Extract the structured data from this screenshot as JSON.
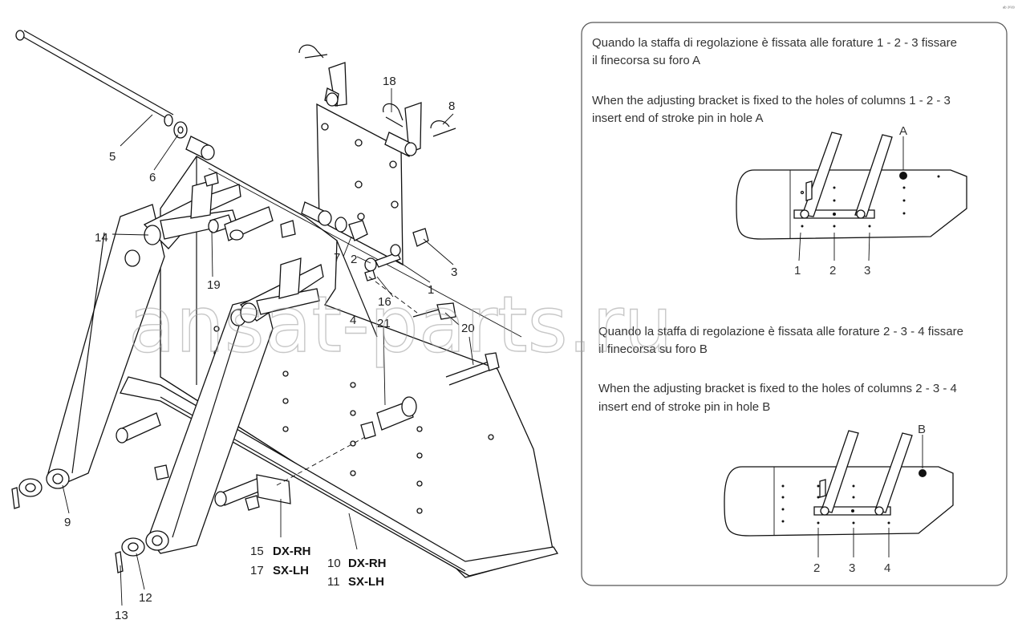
{
  "callouts": {
    "c1": "1",
    "c2": "2",
    "c3": "3",
    "c4": "4",
    "c5": "5",
    "c6": "6",
    "c7": "7",
    "c8": "8",
    "c9": "9",
    "c12": "12",
    "c13": "13",
    "c14": "14",
    "c16": "16",
    "c18": "18",
    "c19": "19",
    "c20": "20",
    "c21": "21"
  },
  "variants": {
    "v15": {
      "num": "15",
      "label": "DX-RH"
    },
    "v17": {
      "num": "17",
      "label": "SX-LH"
    },
    "v10": {
      "num": "10",
      "label": "DX-RH"
    },
    "v11": {
      "num": "11",
      "label": "SX-LH"
    }
  },
  "panel_top": {
    "it_line1": "Quando la staffa di regolazione è fissata alle forature 1 - 2 - 3 fissare",
    "it_line2": "il finecorsa su foro A",
    "en_line1": "When the adjusting bracket is fixed to the holes of columns 1 - 2 - 3",
    "en_line2": "insert end of stroke pin in hole A",
    "hole_label": "A",
    "columns": [
      "1",
      "2",
      "3"
    ]
  },
  "panel_bottom": {
    "it_line1": "Quando la staffa di regolazione è fissata alle forature 2 - 3 - 4 fissare",
    "it_line2": "il finecorsa su foro B",
    "en_line1": "When the adjusting bracket is fixed to the holes of columns 2 - 3 - 4",
    "en_line2": "insert end of stroke pin in hole B",
    "hole_label": "B",
    "columns": [
      "2",
      "3",
      "4"
    ]
  },
  "watermark": "ansat-parts.ru",
  "corner_mark": "ᵃᵇ ²⁰²³"
}
